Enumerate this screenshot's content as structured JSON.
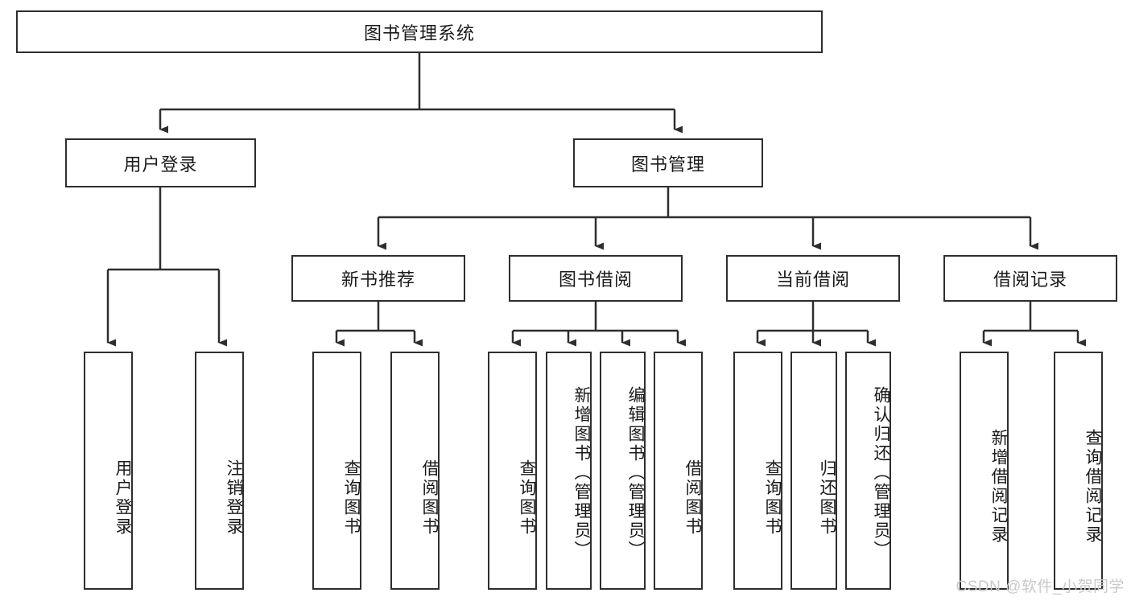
{
  "diagram": {
    "title": "图书管理系统",
    "type": "tree-hierarchy",
    "root": {
      "label": "图书管理系统"
    },
    "level2": [
      {
        "label": "用户登录"
      },
      {
        "label": "图书管理"
      }
    ],
    "level3": [
      {
        "label": "新书推荐"
      },
      {
        "label": "图书借阅"
      },
      {
        "label": "当前借阅"
      },
      {
        "label": "借阅记录"
      }
    ],
    "leaves": {
      "user_login": [
        {
          "label": "用户登录"
        },
        {
          "label": "注销登录"
        }
      ],
      "new_book": [
        {
          "label": "查询图书"
        },
        {
          "label": "借阅图书"
        }
      ],
      "borrow_book": [
        {
          "label": "查询图书"
        },
        {
          "label": "新增图书（管理员）"
        },
        {
          "label": "编辑图书（管理员）"
        },
        {
          "label": "借阅图书"
        }
      ],
      "current_borrow": [
        {
          "label": "查询图书"
        },
        {
          "label": "归还图书"
        },
        {
          "label": "确认归还（管理员）"
        }
      ],
      "borrow_record": [
        {
          "label": "新增借阅记录"
        },
        {
          "label": "查询借阅记录"
        }
      ]
    },
    "watermark": "CSDN @软件_小贺同学",
    "colors": {
      "border": "#2e2e2e",
      "fill": "#ffffff",
      "text": "#1a1a1a",
      "watermark": "#c9c9c9"
    }
  }
}
